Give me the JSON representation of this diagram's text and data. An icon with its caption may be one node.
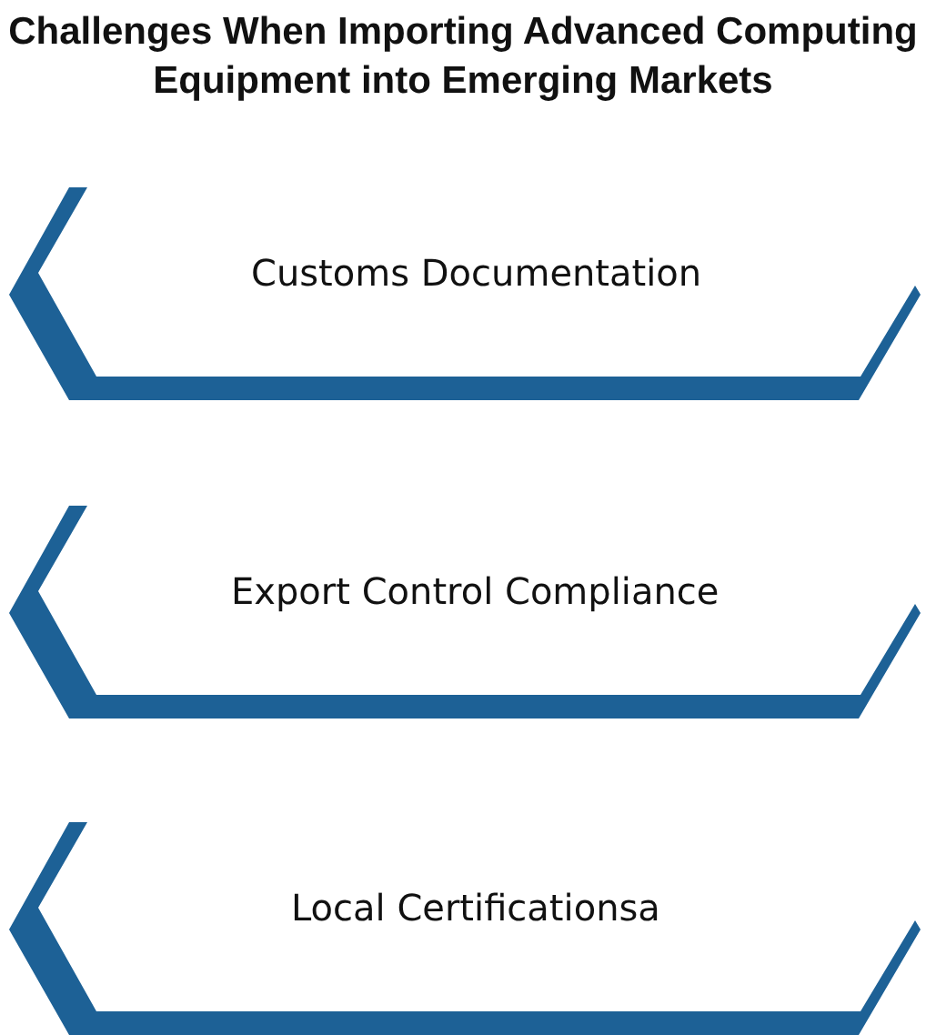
{
  "diagram": {
    "title": "Challenges When Importing Advanced Computing Equipment into Emerging Markets",
    "nodes": [
      {
        "text": [
          "Customs Documentation"
        ]
      },
      {
        "text": [
          "Export Control Compliance"
        ]
      },
      {
        "text": [
          "Local Certificationsa"
        ]
      }
    ]
  }
}
